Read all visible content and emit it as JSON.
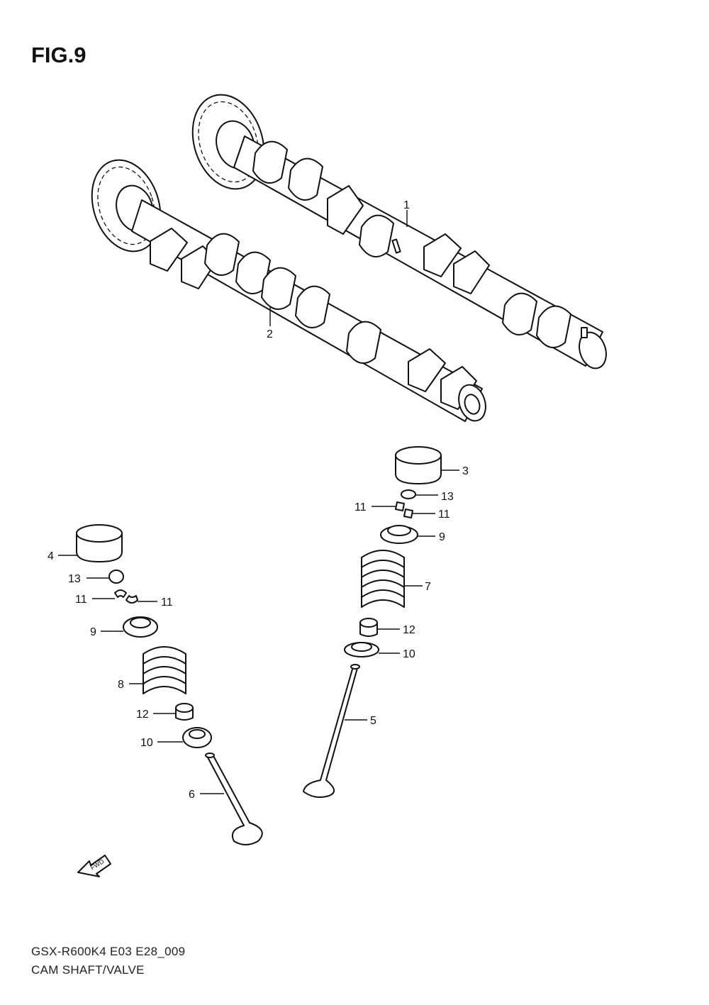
{
  "figure": {
    "title": "FIG.9",
    "code": "GSX-R600K4 E03 E28_009",
    "name": "CAM SHAFT/VALVE"
  },
  "fwd_label": "FWD",
  "callouts": [
    "1",
    "2",
    "3",
    "13",
    "11",
    "11",
    "9",
    "7",
    "12",
    "10",
    "5",
    "4",
    "13",
    "11",
    "11",
    "9",
    "8",
    "12",
    "10",
    "6"
  ]
}
